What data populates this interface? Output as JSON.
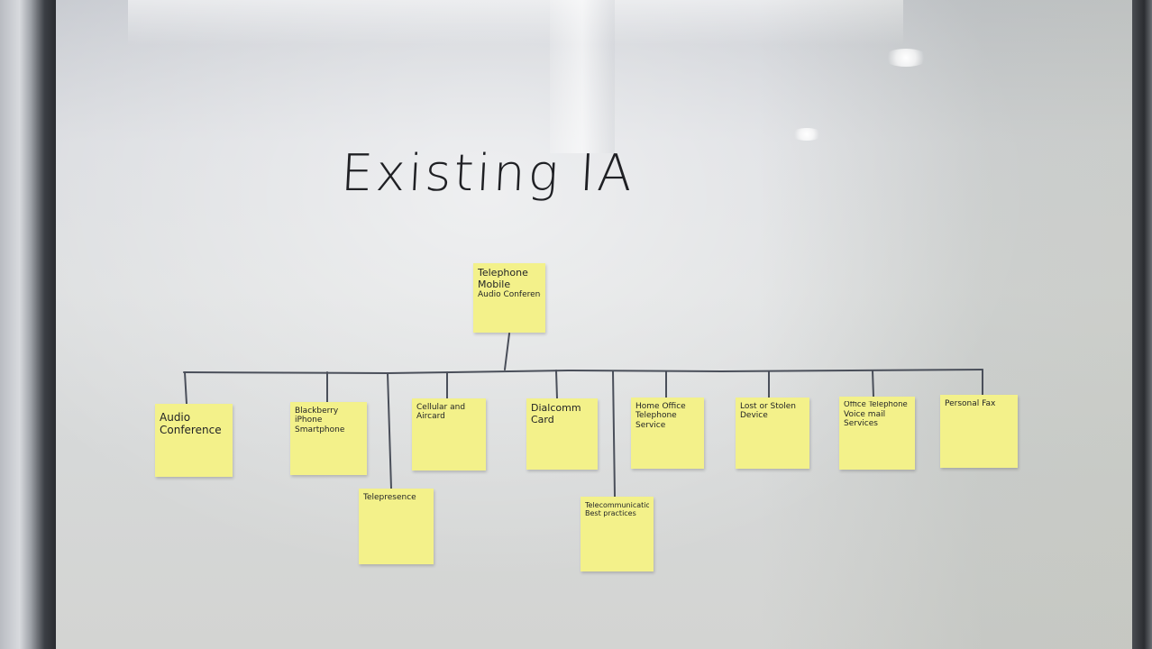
{
  "title": "Existing IA",
  "root_note": {
    "lines": [
      "Telephone",
      "Mobile",
      "Audio Conferenc"
    ]
  },
  "child_notes": [
    {
      "lines": [
        "Audio",
        "Conference"
      ]
    },
    {
      "lines": [
        "Blackberry",
        "iPhone",
        "Smartphone"
      ]
    },
    {
      "lines": [
        "Telepresence"
      ]
    },
    {
      "lines": [
        "Cellular and",
        "Aircard"
      ]
    },
    {
      "lines": [
        "Dialcomm",
        "Card"
      ]
    },
    {
      "lines": [
        "Telecommunication",
        "Best practices"
      ]
    },
    {
      "lines": [
        "Home Office",
        "Telephone",
        "Service"
      ]
    },
    {
      "lines": [
        "Lost or Stolen",
        "Device"
      ]
    },
    {
      "lines": [
        "Office Telephone",
        "Voice mail",
        "Services"
      ]
    },
    {
      "lines": [
        "Personal Fax"
      ]
    }
  ],
  "colors": {
    "sticky_note": "#f3f18a",
    "marker": "#3c4048"
  }
}
